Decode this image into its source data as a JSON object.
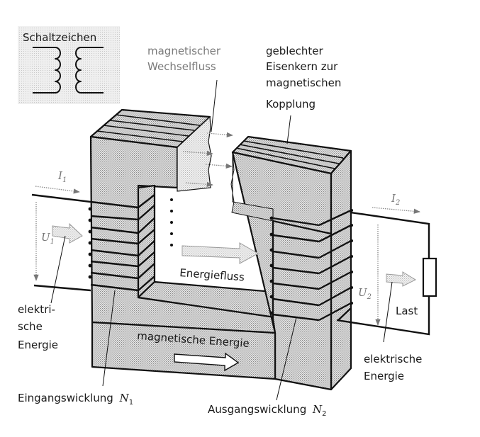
{
  "symbol_box": {
    "title": "Schaltzeichen"
  },
  "labels": {
    "flux": [
      "magnetischer",
      "Wechselfluss"
    ],
    "core": [
      "geblechter",
      "Eisenkern zur",
      "magnetischen",
      "Kopplung"
    ],
    "energy_flow": "Energiefluss",
    "magnetic_energy": "magnetische Energie",
    "electric_energy_in": [
      "elektri-",
      "sche",
      "Energie"
    ],
    "electric_energy_out": [
      "elektrische",
      "Energie"
    ],
    "load": "Last",
    "input_winding": "Eingangswicklung",
    "input_winding_symbol": "N",
    "input_winding_sub": "1",
    "output_winding": "Ausgangswicklung",
    "output_winding_symbol": "N",
    "output_winding_sub": "2"
  },
  "symbols": {
    "I1": "I",
    "I1_sub": "1",
    "I2": "I",
    "I2_sub": "2",
    "U1": "U",
    "U1_sub": "1",
    "U2": "U",
    "U2_sub": "2"
  },
  "colors": {
    "ink": "#111111",
    "dot_fill": "#cfcfcf",
    "symbol_bg": "#dcdcdc",
    "annotation_grey": "#7a7a7a"
  }
}
